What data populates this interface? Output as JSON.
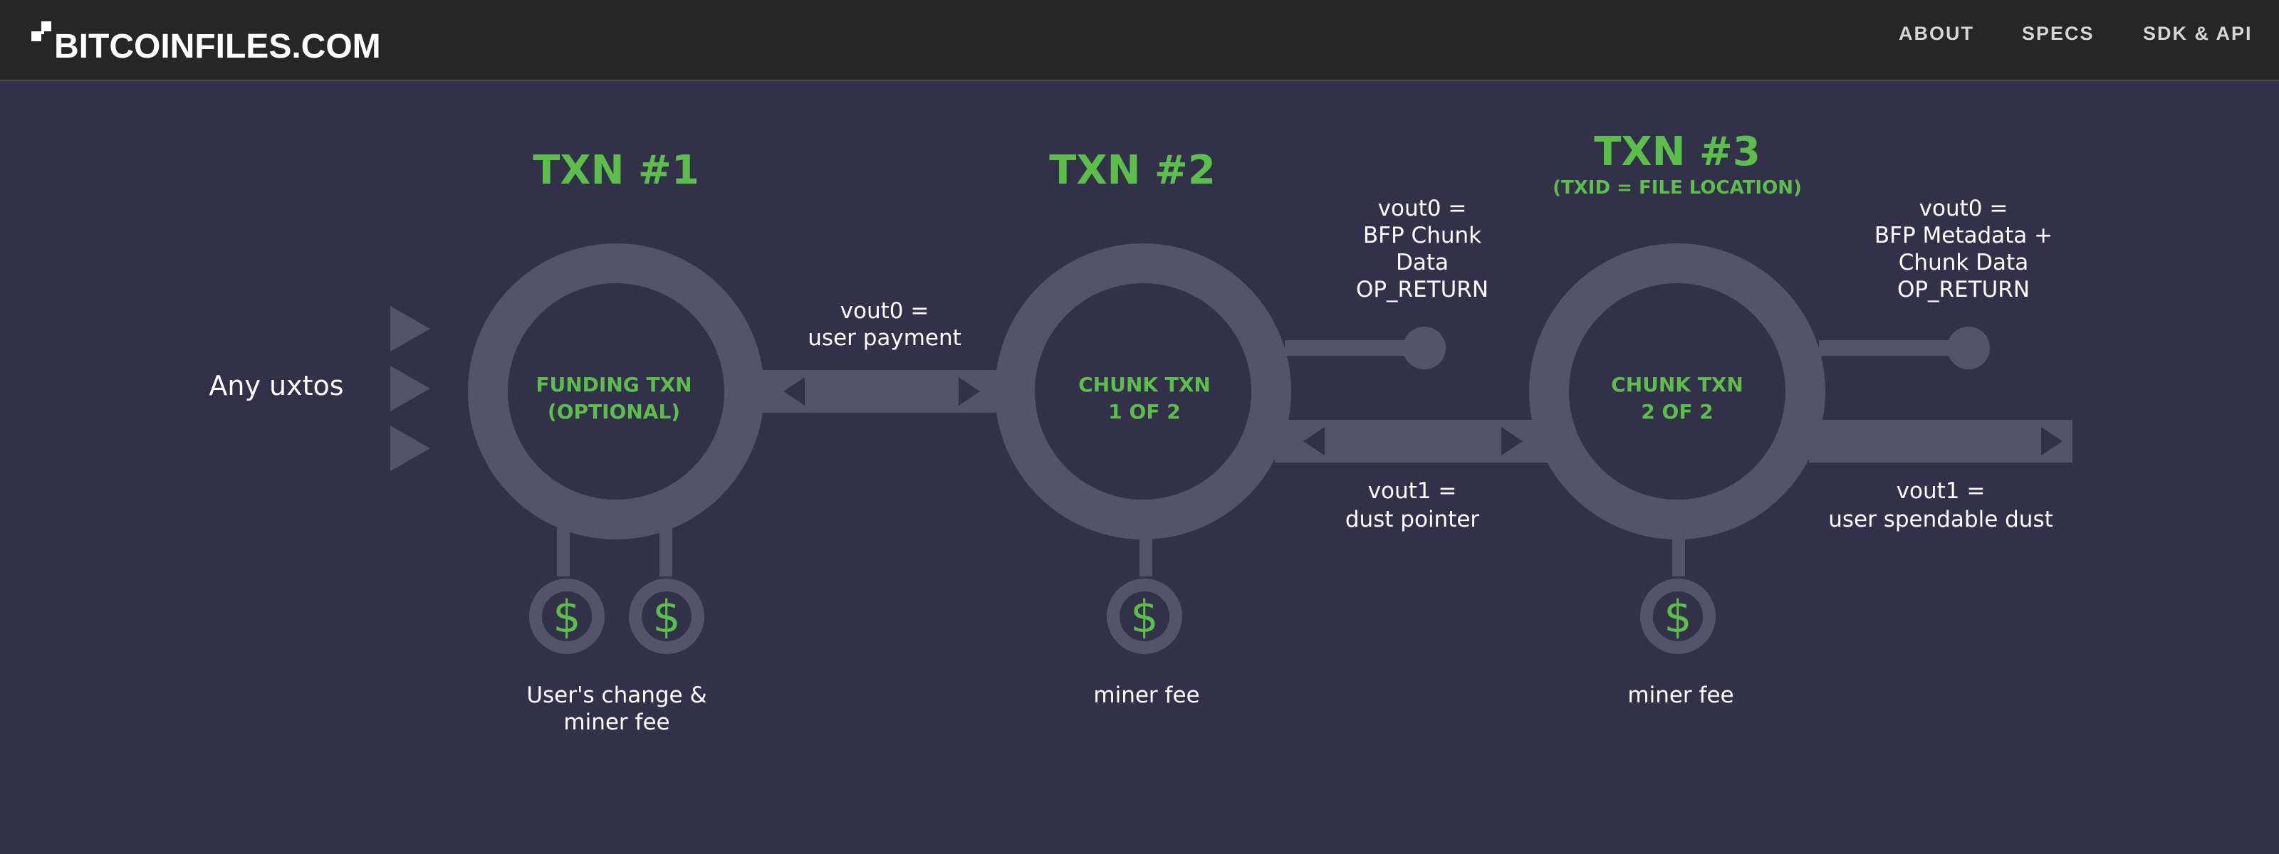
{
  "nav": {
    "brand": "BITCOINFILES.COM",
    "links": [
      "ABOUT",
      "SPECS",
      "SDK & API"
    ]
  },
  "diagram": {
    "input_label": "Any uxtos",
    "txn1": {
      "title": "TXN #1",
      "circle_lines": [
        "FUNDING TXN",
        "(OPTIONAL)"
      ],
      "fee_label_lines": [
        "User's change &",
        "miner fee"
      ]
    },
    "link1_label_lines": [
      "vout0 =",
      "user payment"
    ],
    "txn2": {
      "title": "TXN #2",
      "circle_lines": [
        "CHUNK TXN",
        "1 OF 2"
      ],
      "vout0_lines": [
        "vout0 =",
        "BFP Chunk",
        "Data",
        "OP_RETURN"
      ],
      "vout1_lines": [
        "vout1 =",
        "dust pointer"
      ],
      "fee_label": "miner fee"
    },
    "txn3": {
      "title": "TXN #3",
      "subtitle": "(TXID = FILE LOCATION)",
      "circle_lines": [
        "CHUNK TXN",
        "2 OF 2"
      ],
      "vout0_lines": [
        "vout0 =",
        "BFP Metadata +",
        "Chunk Data",
        "OP_RETURN"
      ],
      "vout1_lines": [
        "vout1 =",
        "user spendable dust"
      ],
      "fee_label": "miner fee"
    },
    "dollar_symbol": "$",
    "colors": {
      "background": "#33304a",
      "navbar": "#262626",
      "shape": "#55536c",
      "accent_green": "#5cbf4a",
      "text": "#ffffff"
    }
  }
}
